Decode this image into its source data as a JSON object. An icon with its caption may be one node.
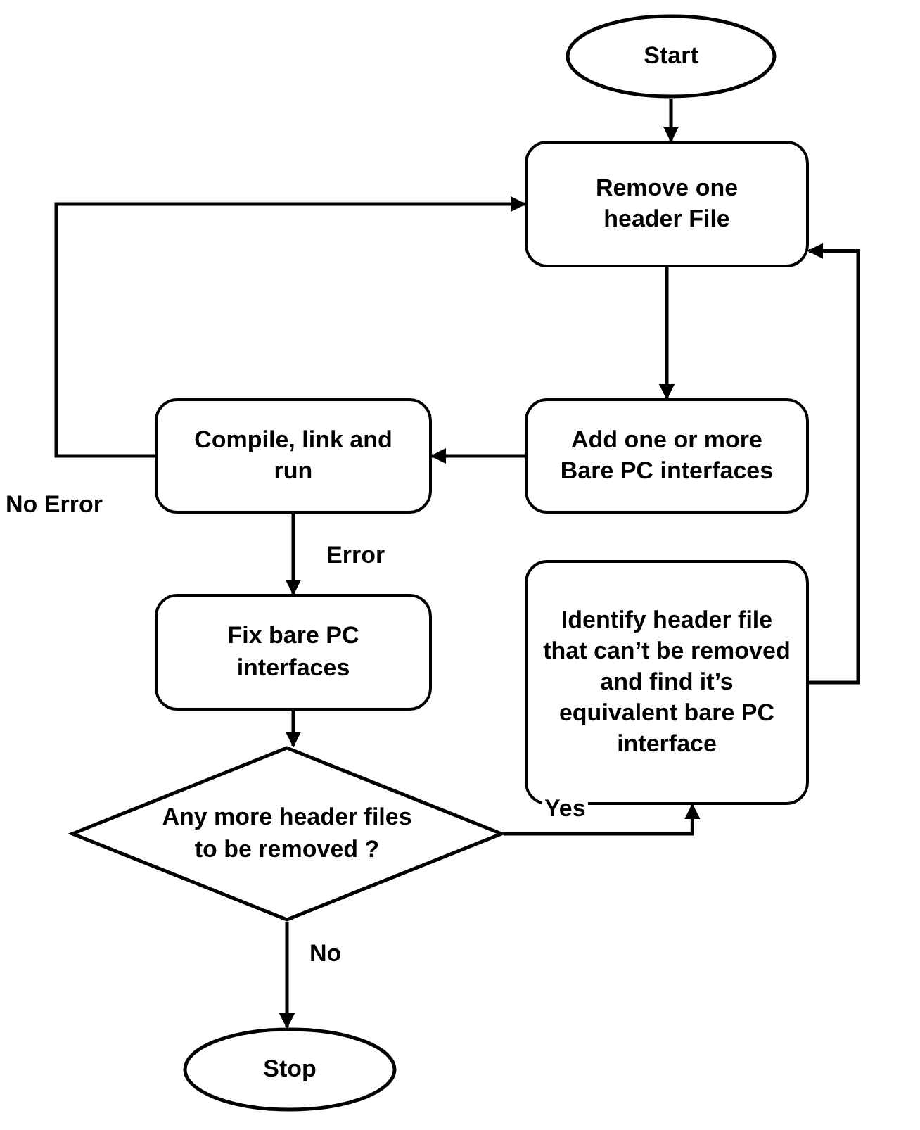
{
  "diagram": {
    "nodes": [
      {
        "text": [
          "Start"
        ]
      },
      {
        "text": [
          "Remove one header File"
        ]
      },
      {
        "text": [
          "Add one or more Bare PC interfaces"
        ]
      },
      {
        "text": [
          "Compile, link and run"
        ]
      },
      {
        "text": [
          "Fix bare PC interfaces"
        ]
      },
      {
        "text": [
          "Identify header file that can’t be removed and find it’s equivalent bare PC interface"
        ]
      },
      {
        "text": [
          "Any more header files to be removed ?"
        ]
      },
      {
        "text": [
          "Stop"
        ]
      }
    ],
    "edges": [
      {
        "from": 0,
        "to": 1,
        "arrow": "to"
      },
      {
        "from": 1,
        "to": 2,
        "arrow": "to"
      },
      {
        "from": 2,
        "to": 3,
        "arrow": "to"
      },
      {
        "from": 3,
        "to": 1,
        "arrow": "to",
        "label": "No Error"
      },
      {
        "from": 3,
        "to": 4,
        "arrow": "to",
        "label": "Error"
      },
      {
        "from": 4,
        "to": 6,
        "arrow": "to"
      },
      {
        "from": 6,
        "to": 5,
        "arrow": "to",
        "label": "Yes"
      },
      {
        "from": 5,
        "to": 1,
        "arrow": "to"
      },
      {
        "from": 6,
        "to": 7,
        "arrow": "to",
        "label": "No"
      }
    ]
  }
}
